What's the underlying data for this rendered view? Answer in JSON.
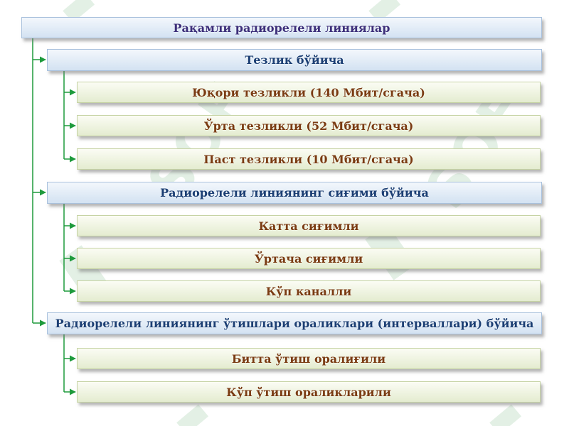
{
  "diagram": {
    "root": {
      "label": "Рақамли радиорелели линиялар"
    },
    "categories": [
      {
        "label": "Тезлик бўйича",
        "items": [
          "Юқори тезликли (140 Мбит/сгача)",
          "Ўрта тезликли (52 Мбит/сгача)",
          "Паст тезликли (10 Мбит/сгача)"
        ]
      },
      {
        "label": "Радиорелели линиянинг сиғими бўйича",
        "items": [
          "Катта сиғимли",
          "Ўртача сиғимли",
          "Кўп каналли"
        ]
      },
      {
        "label": "Радиорелели линиянинг ўтишлари ораликлари (интерваллари) бўйича",
        "items": [
          "Битта ўтиш оралиғили",
          "Кўп ўтиш ораликларили"
        ]
      }
    ],
    "colors": {
      "connector": "#1e9a3c",
      "header_text": "#1b3e73",
      "item_text": "#7a3b12"
    }
  }
}
